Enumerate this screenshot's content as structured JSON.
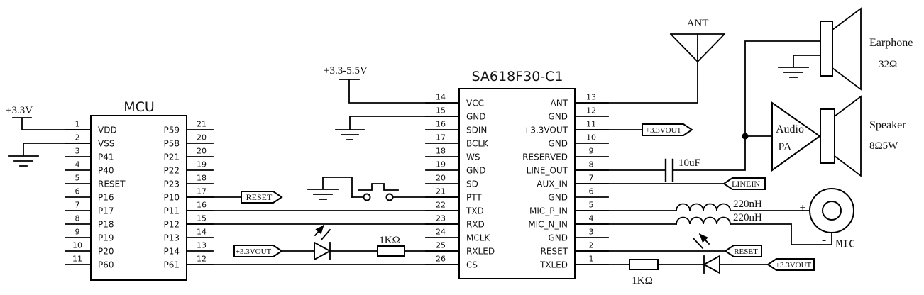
{
  "colors": {
    "line": "#000000",
    "background": "#ffffff",
    "text": "#111111"
  },
  "mcu": {
    "title": "MCU",
    "left_pins": [
      {
        "num": "1",
        "label": "VDD"
      },
      {
        "num": "2",
        "label": "VSS"
      },
      {
        "num": "3",
        "label": "P41"
      },
      {
        "num": "4",
        "label": "P40"
      },
      {
        "num": "5",
        "label": "RESET"
      },
      {
        "num": "6",
        "label": "P16"
      },
      {
        "num": "7",
        "label": "P17"
      },
      {
        "num": "8",
        "label": "P18"
      },
      {
        "num": "9",
        "label": "P19"
      },
      {
        "num": "10",
        "label": "P20"
      },
      {
        "num": "11",
        "label": "P60"
      }
    ],
    "right_pins": [
      {
        "num": "21",
        "label": "P59"
      },
      {
        "num": "20",
        "label": "P58"
      },
      {
        "num": "20",
        "label": "P21"
      },
      {
        "num": "19",
        "label": "P22"
      },
      {
        "num": "18",
        "label": "P23"
      },
      {
        "num": "17",
        "label": "P10"
      },
      {
        "num": "16",
        "label": "P11"
      },
      {
        "num": "15",
        "label": "P12"
      },
      {
        "num": "14",
        "label": "P13"
      },
      {
        "num": "13",
        "label": "P14"
      },
      {
        "num": "12",
        "label": "P61"
      }
    ]
  },
  "radio": {
    "title": "SA618F30-C1",
    "left_pins": [
      {
        "num": "14",
        "label": "VCC"
      },
      {
        "num": "15",
        "label": "GND"
      },
      {
        "num": "16",
        "label": "SDIN"
      },
      {
        "num": "17",
        "label": "BCLK"
      },
      {
        "num": "18",
        "label": "WS"
      },
      {
        "num": "19",
        "label": "GND"
      },
      {
        "num": "20",
        "label": "SD"
      },
      {
        "num": "21",
        "label": "PTT"
      },
      {
        "num": "22",
        "label": "TXD"
      },
      {
        "num": "23",
        "label": "RXD"
      },
      {
        "num": "24",
        "label": "MCLK"
      },
      {
        "num": "25",
        "label": "RXLED"
      },
      {
        "num": "26",
        "label": "CS"
      }
    ],
    "right_pins": [
      {
        "num": "13",
        "label": "ANT"
      },
      {
        "num": "12",
        "label": "GND"
      },
      {
        "num": "11",
        "label": "+3.3VOUT"
      },
      {
        "num": "10",
        "label": "GND"
      },
      {
        "num": "9",
        "label": "RESERVED"
      },
      {
        "num": "8",
        "label": "LINE_OUT"
      },
      {
        "num": "7",
        "label": "AUX_IN"
      },
      {
        "num": "6",
        "label": "GND"
      },
      {
        "num": "5",
        "label": "MIC_P_IN"
      },
      {
        "num": "4",
        "label": "MIC_N_IN"
      },
      {
        "num": "3",
        "label": "GND"
      },
      {
        "num": "2",
        "label": "RESET"
      },
      {
        "num": "1",
        "label": "TXLED"
      }
    ]
  },
  "rails": {
    "mcu_supply": "+3.3V",
    "radio_supply": "+3.3-5.5V"
  },
  "flags": {
    "mcu_reset": "RESET",
    "mcu_vout": "+3.3VOUT",
    "radio_vout": "+3.3VOUT",
    "linein": "LINEIN",
    "radio_reset": "RESET",
    "txled_vout": "+3.3VOUT"
  },
  "components": {
    "antenna": "ANT",
    "cap_lineout": "10uF",
    "res_rxled": "1KΩ",
    "res_txled": "1KΩ",
    "ind_mic_p": "220nH",
    "ind_mic_n": "220nH",
    "earphone_name": "Earphone",
    "earphone_spec": "32Ω",
    "speaker_name": "Speaker",
    "speaker_spec": "8Ω5W",
    "amp_line1": "Audio",
    "amp_line2": "PA",
    "mic_label": "MIC",
    "mic_plus": "+",
    "mic_minus": "-"
  }
}
